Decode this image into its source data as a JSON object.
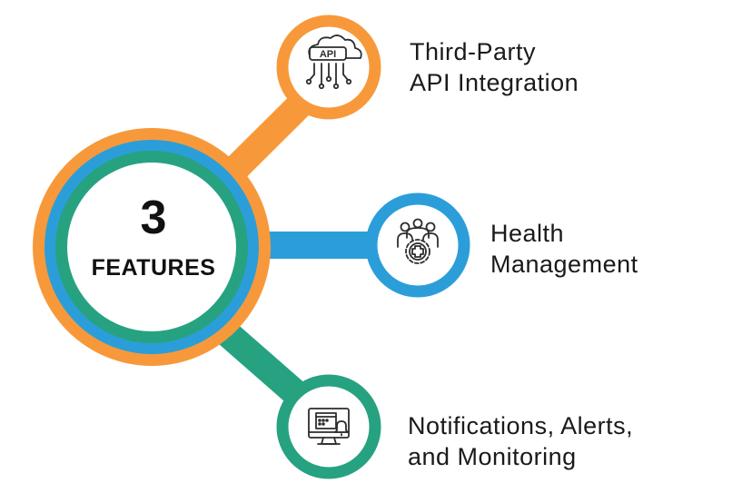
{
  "center": {
    "number": "3",
    "caption": "FEATURES"
  },
  "features": [
    {
      "line1": "Third-Party",
      "line2": "API Integration",
      "icon": "cloud-api-icon",
      "color": "#F7993A"
    },
    {
      "line1": "Health",
      "line2": "Management",
      "icon": "health-management-gear-icon",
      "color": "#2B9ED9"
    },
    {
      "line1": "Notifications, Alerts,",
      "line2": "and Monitoring",
      "icon": "monitor-calendar-bell-icon",
      "color": "#26A281"
    }
  ],
  "colors": {
    "orange": "#F7993A",
    "blue": "#2B9ED9",
    "green": "#26A281",
    "icon_stroke": "#2d2d2d"
  }
}
